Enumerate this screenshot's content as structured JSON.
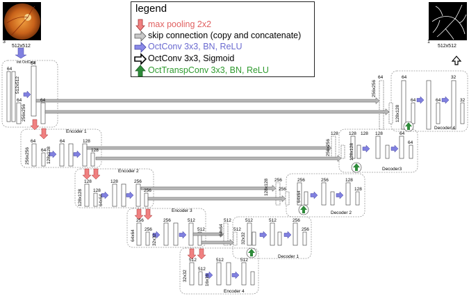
{
  "legend": {
    "title": "legend",
    "items": [
      {
        "icon": "red-down-arrow-icon",
        "label": "max pooling 2x2",
        "color": "#e06060"
      },
      {
        "icon": "gray-right-arrow-icon",
        "label": "skip connection (copy and concatenate)",
        "color": "#000000"
      },
      {
        "icon": "blue-right-arrow-icon",
        "label": "OctConv 3x3, BN, ReLU",
        "color": "#7070d8"
      },
      {
        "icon": "black-right-arrow-icon",
        "label": "OctConv 3x3, Sigmoid",
        "color": "#000000"
      },
      {
        "icon": "green-up-arrow-icon",
        "label": "OctTranspConv 3x3, BN, ReLU",
        "color": "#2e9a2e"
      }
    ]
  },
  "input": {
    "channels": "3",
    "size": "512x512"
  },
  "output": {
    "channels": "1",
    "size": "512x512"
  },
  "init_label": "Init OctConv",
  "blocks": {
    "init": {
      "labels": [
        "64",
        "512x512",
        "64",
        "64",
        "256x256",
        "64"
      ]
    },
    "encoder1": {
      "title": "Encoder 1",
      "labels": [
        "64",
        "256x256",
        "64",
        "128x128",
        "64",
        "128",
        "128"
      ]
    },
    "encoder2": {
      "title": "Encoder 2",
      "labels": [
        "128",
        "128x128",
        "128",
        "64x64",
        "128",
        "256",
        "256"
      ]
    },
    "encoder3": {
      "title": "Encoder 3",
      "labels": [
        "256",
        "64x64",
        "256",
        "32x32",
        "256",
        "512",
        "512"
      ]
    },
    "encoder4": {
      "title": "Encoder 4",
      "labels": [
        "512",
        "32x32",
        "512",
        "16x16",
        "512",
        "512"
      ]
    },
    "decoder1": {
      "title": "Decoder 1",
      "labels": [
        "512",
        "64x64",
        "512",
        "32x32",
        "512",
        "512",
        "256",
        "256"
      ]
    },
    "decoder2": {
      "title": "Decoder 2",
      "labels": [
        "256",
        "128x128",
        "256",
        "64x64",
        "256",
        "256",
        "128",
        "128"
      ]
    },
    "decoder3": {
      "title": "Decoder3",
      "labels": [
        "128",
        "256x256",
        "128",
        "128x128",
        "128",
        "128",
        "64",
        "64"
      ]
    },
    "decoder4": {
      "title": "Decoder 4",
      "labels": [
        "64",
        "256x256",
        "64",
        "128x128",
        "64",
        "64",
        "32",
        "32"
      ]
    }
  },
  "colors": {
    "pool": "#e06060",
    "skip": "#b8b8b8",
    "conv": "#8080e0",
    "sigmoid": "#111111",
    "transp": "#2e8b3a",
    "box": "#999999"
  }
}
